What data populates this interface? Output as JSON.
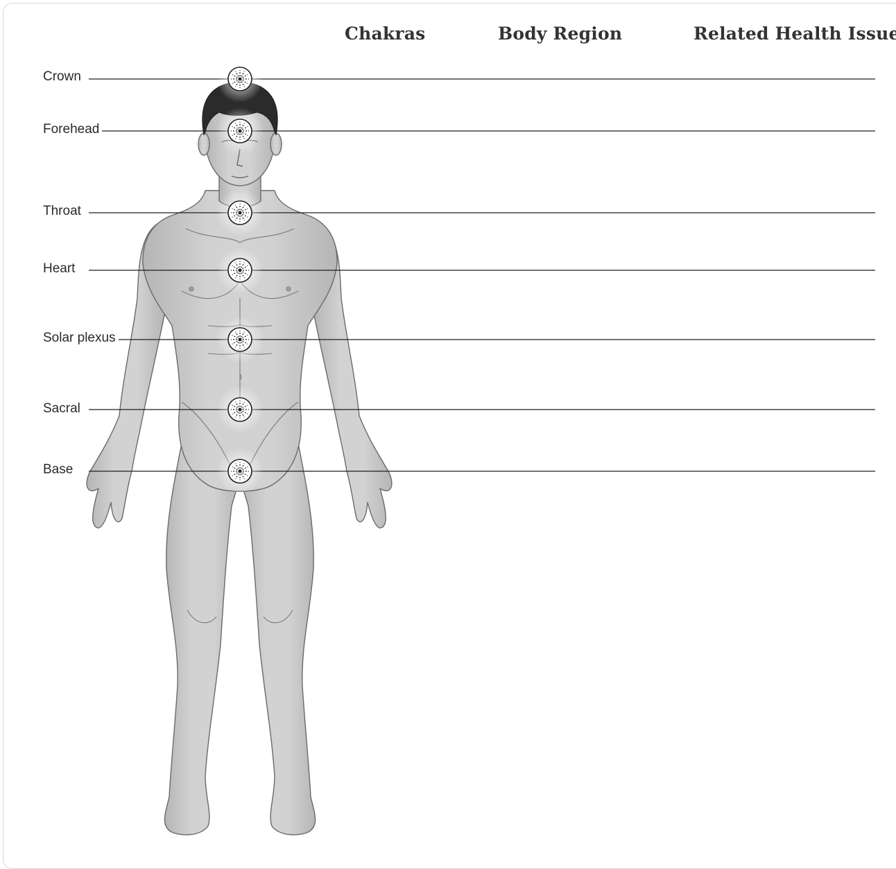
{
  "headers": {
    "chakras": "Chakras",
    "body_region": "Body Region",
    "health_issue": "Related Health Issue"
  },
  "chakras": [
    {
      "label": "Crown",
      "icon": "chakra-wheel-icon"
    },
    {
      "label": "Forehead",
      "icon": "chakra-wheel-icon"
    },
    {
      "label": "Throat",
      "icon": "chakra-wheel-icon"
    },
    {
      "label": "Heart",
      "icon": "chakra-wheel-icon"
    },
    {
      "label": "Solar plexus",
      "icon": "chakra-wheel-icon"
    },
    {
      "label": "Sacral",
      "icon": "chakra-wheel-icon"
    },
    {
      "label": "Base",
      "icon": "chakra-wheel-icon"
    }
  ],
  "colors": {
    "skin": "#c9c9c9",
    "skin_shade": "#a9a9a9",
    "hair": "#2b2b2b",
    "line": "#1e1e1e"
  }
}
